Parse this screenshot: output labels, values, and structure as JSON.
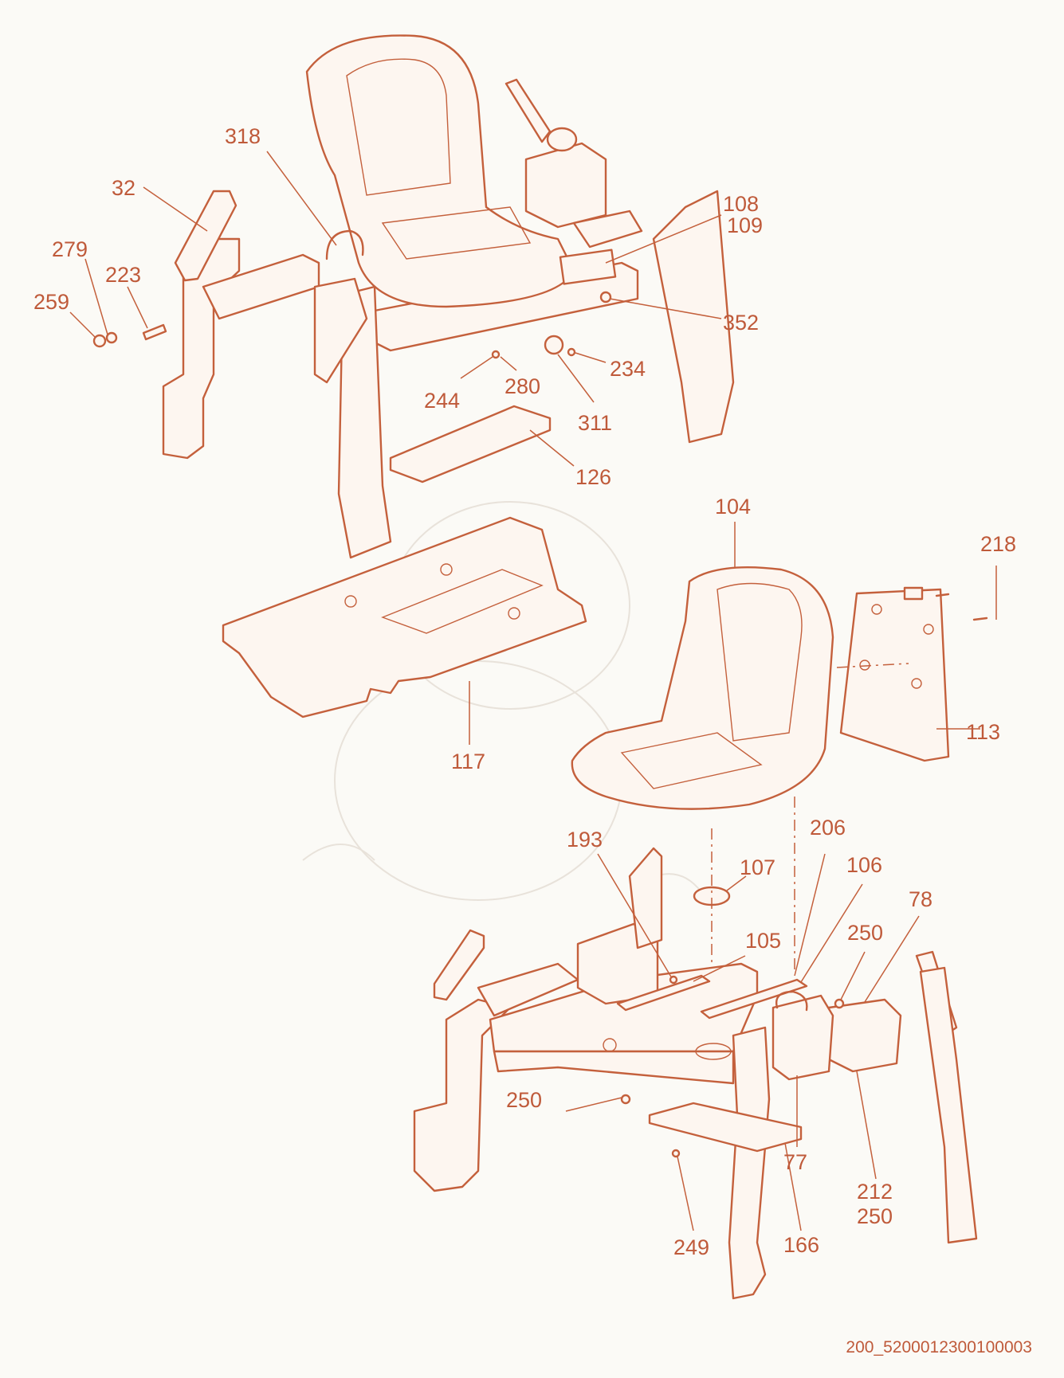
{
  "callouts": [
    {
      "label": "318"
    },
    {
      "label": "32"
    },
    {
      "label": "279"
    },
    {
      "label": "223"
    },
    {
      "label": "259"
    },
    {
      "label": "108"
    },
    {
      "label": "109"
    },
    {
      "label": "352"
    },
    {
      "label": "234"
    },
    {
      "label": "244"
    },
    {
      "label": "280"
    },
    {
      "label": "311"
    },
    {
      "label": "126"
    },
    {
      "label": "104"
    },
    {
      "label": "218"
    },
    {
      "label": "113"
    },
    {
      "label": "117"
    },
    {
      "label": "193"
    },
    {
      "label": "107"
    },
    {
      "label": "206"
    },
    {
      "label": "106"
    },
    {
      "label": "78"
    },
    {
      "label": "250"
    },
    {
      "label": "105"
    },
    {
      "label": "250"
    },
    {
      "label": "77"
    },
    {
      "label": "212"
    },
    {
      "label": "250"
    },
    {
      "label": "249"
    },
    {
      "label": "166"
    }
  ],
  "diagram_code": "200_5200012300100003",
  "colors": {
    "line": "#c4603c",
    "text": "#bf5a3a",
    "background": "#fbfaf6"
  }
}
